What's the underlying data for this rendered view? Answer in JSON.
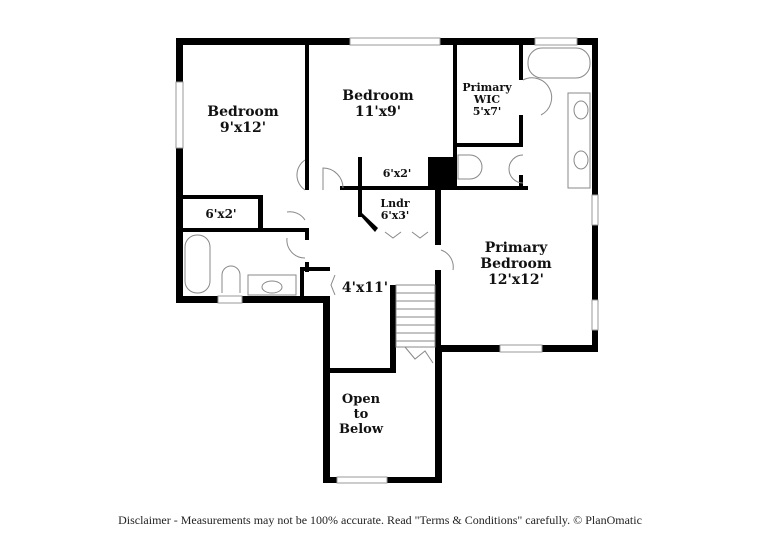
{
  "rooms": [
    {
      "name": "Bedroom",
      "size": "9'x12'"
    },
    {
      "name": "Bedroom",
      "size": "11'x9'"
    },
    {
      "name": "Primary",
      "name2": "WIC",
      "size": "5'x7'"
    },
    {
      "name": "",
      "size": "6'x2'"
    },
    {
      "name": "",
      "size": "6'x2'"
    },
    {
      "name": "Lndr",
      "size": "6'x3'"
    },
    {
      "name": "Primary",
      "name2": "Bedroom",
      "size": "12'x12'"
    },
    {
      "name": "",
      "size": "4'x11'"
    },
    {
      "name": "Open",
      "name2": "to",
      "name3": "Below"
    }
  ],
  "disclaimer": "Disclaimer - Measurements may not be 100% accurate. Read \"Terms & Conditions\" carefully. © PlanOmatic",
  "colors": {
    "wall": "#000000",
    "fixture": "#888888",
    "background": "#ffffff"
  }
}
